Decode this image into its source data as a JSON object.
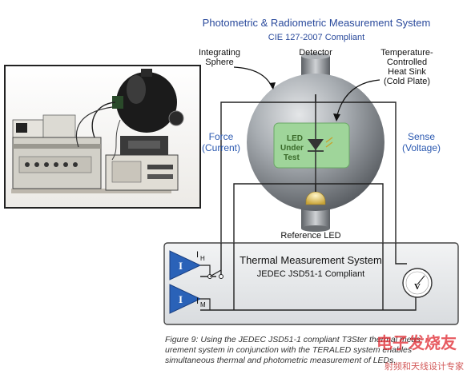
{
  "header": {
    "title": "Photometric & Radiometric Measurement System",
    "subtitle": "CIE 127-2007 Compliant"
  },
  "labels": {
    "integrating_sphere_1": "Integrating",
    "integrating_sphere_2": "Sphere",
    "detector": "Detector",
    "heat_sink_1": "Temperature-",
    "heat_sink_2": "Controlled",
    "heat_sink_3": "Heat Sink",
    "heat_sink_4": "(Cold Plate)",
    "force_1": "Force",
    "force_2": "(Current)",
    "sense_1": "Sense",
    "sense_2": "(Voltage)",
    "led_1": "LED",
    "led_2": "Under",
    "led_3": "Test",
    "reference_led": "Reference LED"
  },
  "thermal_box": {
    "title": "Thermal Measurement System",
    "subtitle": "JEDEC JSD51-1 Compliant",
    "current_source_symbol": "I",
    "high_label": "I",
    "high_sub": "H",
    "meas_label": "I",
    "meas_sub": "M",
    "voltmeter_symbol": "V"
  },
  "caption": {
    "line1": "Figure 9: Using the JEDEC JSD51-1 compliant T3Ster thermal meas-",
    "line2": "urement system in conjunction with the TERALED system enables",
    "line3": "simultaneous thermal and photometric measurement of LEDs."
  },
  "watermark": {
    "main": "电子发烧友",
    "sub": "射频和天线设计专家"
  },
  "colors": {
    "title_blue": "#2a4a9c",
    "label_blue": "#2a58b0",
    "sphere_gray": "#8f9499",
    "led_window_green": "#9fd59a",
    "amplifier_blue": "#2a62b8",
    "watermark_red": "#e0242c"
  }
}
